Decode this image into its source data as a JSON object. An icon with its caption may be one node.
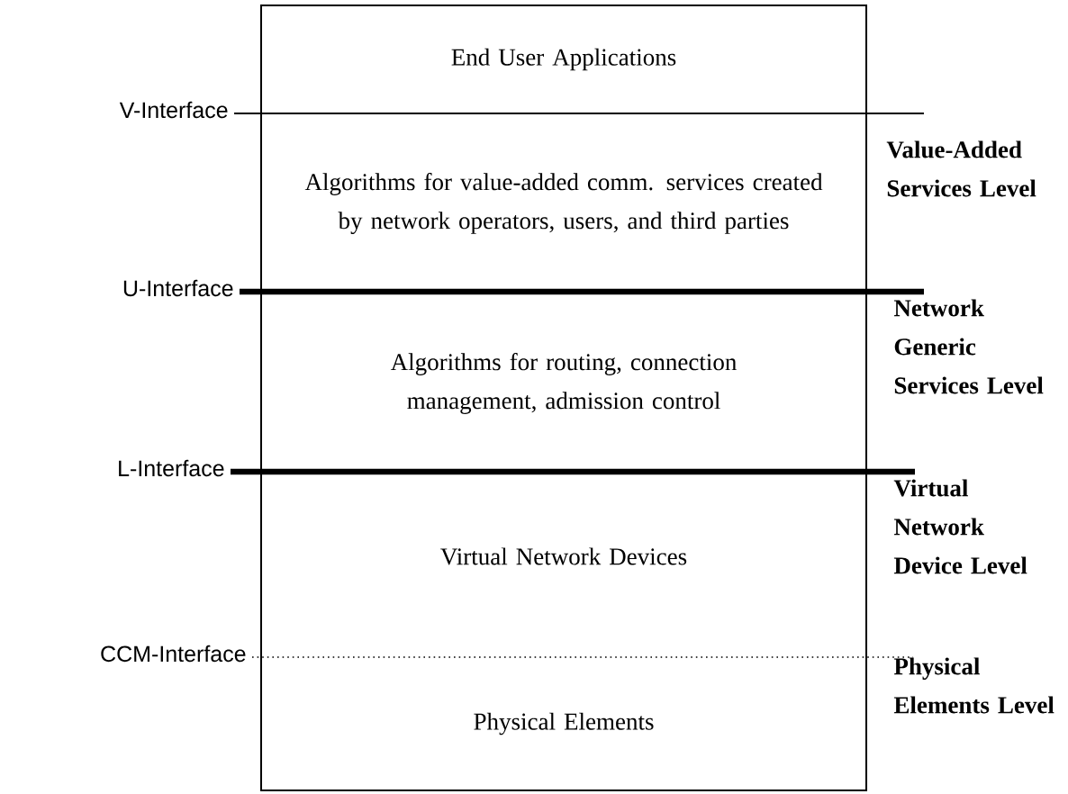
{
  "diagram": {
    "nodes": [
      {
        "text": [
          "End User Applications"
        ]
      },
      {
        "text": [
          "Algorithms for value-added comm. services created by network operators, users, and third parties"
        ]
      },
      {
        "text": [
          "Algorithms for routing, connection management, admission control"
        ]
      },
      {
        "text": [
          "Virtual Network Devices"
        ]
      },
      {
        "text": [
          "Physical Elements"
        ]
      }
    ],
    "labels": [
      "V-Interface",
      "Value-Added Services Level",
      "U-Interface",
      "Network Generic Services Level",
      "L-Interface",
      "Virtual Network Device Level",
      "CCM-Interface",
      "Physical Elements Level"
    ]
  }
}
